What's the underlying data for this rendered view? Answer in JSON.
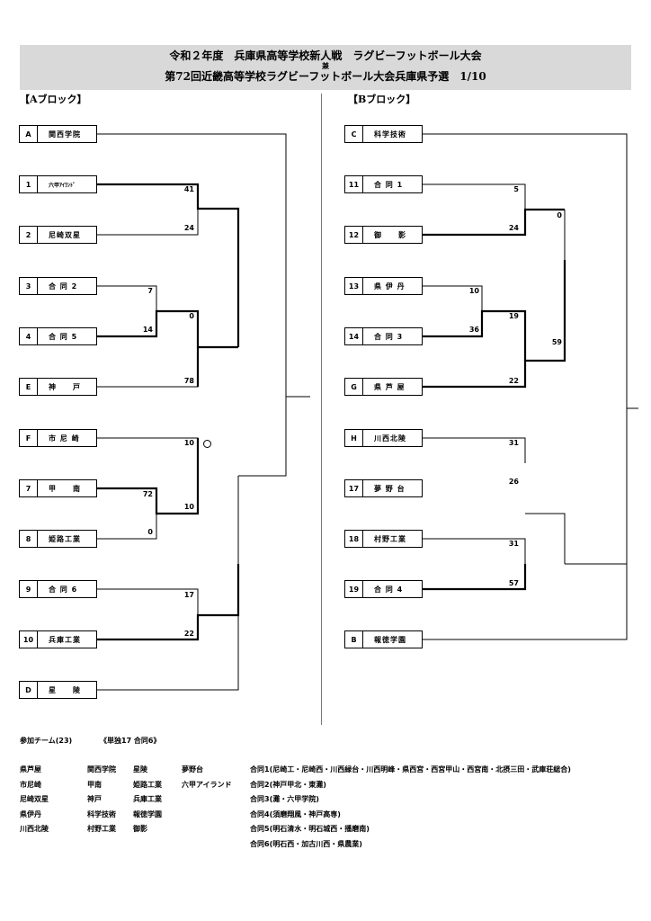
{
  "header": {
    "line1": "令和２年度　兵庫県高等学校新人戦　ラグビーフットボール大会",
    "line2": "兼",
    "line3": "第72回近畿高等学校ラグビーフットボール大会兵庫県予選　1/10"
  },
  "blocks": {
    "a_label": "【Aブロック】",
    "b_label": "【Bブロック】"
  },
  "teams_a": [
    {
      "seed": "A",
      "name": "関西学院"
    },
    {
      "seed": "1",
      "name": "六甲ｱｲﾗﾝﾄﾞ"
    },
    {
      "seed": "2",
      "name": "尼崎双星"
    },
    {
      "seed": "3",
      "name": "合 同 2"
    },
    {
      "seed": "4",
      "name": "合 同 5"
    },
    {
      "seed": "E",
      "name": "神　　戸"
    },
    {
      "seed": "F",
      "name": "市 尼 崎"
    },
    {
      "seed": "7",
      "name": "甲　　南"
    },
    {
      "seed": "8",
      "name": "姫路工業"
    },
    {
      "seed": "9",
      "name": "合 同 6"
    },
    {
      "seed": "10",
      "name": "兵庫工業"
    },
    {
      "seed": "D",
      "name": "星　　陵"
    }
  ],
  "teams_b": [
    {
      "seed": "C",
      "name": "科学技術"
    },
    {
      "seed": "11",
      "name": "合 同 1"
    },
    {
      "seed": "12",
      "name": "御　　影"
    },
    {
      "seed": "13",
      "name": "県 伊 丹"
    },
    {
      "seed": "14",
      "name": "合 同 3"
    },
    {
      "seed": "G",
      "name": "県 芦 屋"
    },
    {
      "seed": "H",
      "name": "川西北陵"
    },
    {
      "seed": "17",
      "name": "夢 野 台"
    },
    {
      "seed": "18",
      "name": "村野工業"
    },
    {
      "seed": "19",
      "name": "合 同 4"
    },
    {
      "seed": "B",
      "name": "報徳学園"
    }
  ],
  "scores": {
    "a_r1_1": "41",
    "a_r1_2": "24",
    "a_r1_3": "7",
    "a_r1_4": "14",
    "a_r2_1": "0",
    "a_r2_2": "78",
    "a_r2_3": "10",
    "a_r1_7": "72",
    "a_r1_8": "0",
    "a_r2_4": "10",
    "a_r1_9": "17",
    "a_r1_10": "22",
    "b_r1_11": "5",
    "b_r1_12": "24",
    "b_r2_1": "0",
    "b_r1_13": "10",
    "b_r1_14": "36",
    "b_r2_2": "19",
    "b_r2_3": "22",
    "b_r3_1": "59",
    "b_r1_h": "31",
    "b_r1_17": "26",
    "b_r1_18": "31",
    "b_r1_19": "57"
  },
  "footer": {
    "participants": "参加チーム(23)",
    "breakdown": "《単独17 合同6》",
    "col1": [
      "県芦屋",
      "市尼崎",
      "尼崎双星",
      "県伊丹",
      "川西北陵"
    ],
    "col2": [
      "関西学院",
      "甲南",
      "神戸",
      "科学技術",
      "村野工業"
    ],
    "col3": [
      "星陵",
      "姫路工業",
      "兵庫工業",
      "報徳学園",
      "御影"
    ],
    "col4": [
      "夢野台",
      "六甲アイランド"
    ],
    "col5": [
      "合同1(尼崎工・尼崎西・川西緑台・川西明峰・県西宮・西宮甲山・西宮南・北摂三田・武庫荘総合)",
      "合同2(神戸甲北・東灘)",
      "合同3(灘・六甲学院)",
      "合同4(須磨翔風・神戸高専)",
      "合同5(明石清水・明石城西・播磨南)",
      "合同6(明石西・加古川西・県農業)"
    ]
  }
}
